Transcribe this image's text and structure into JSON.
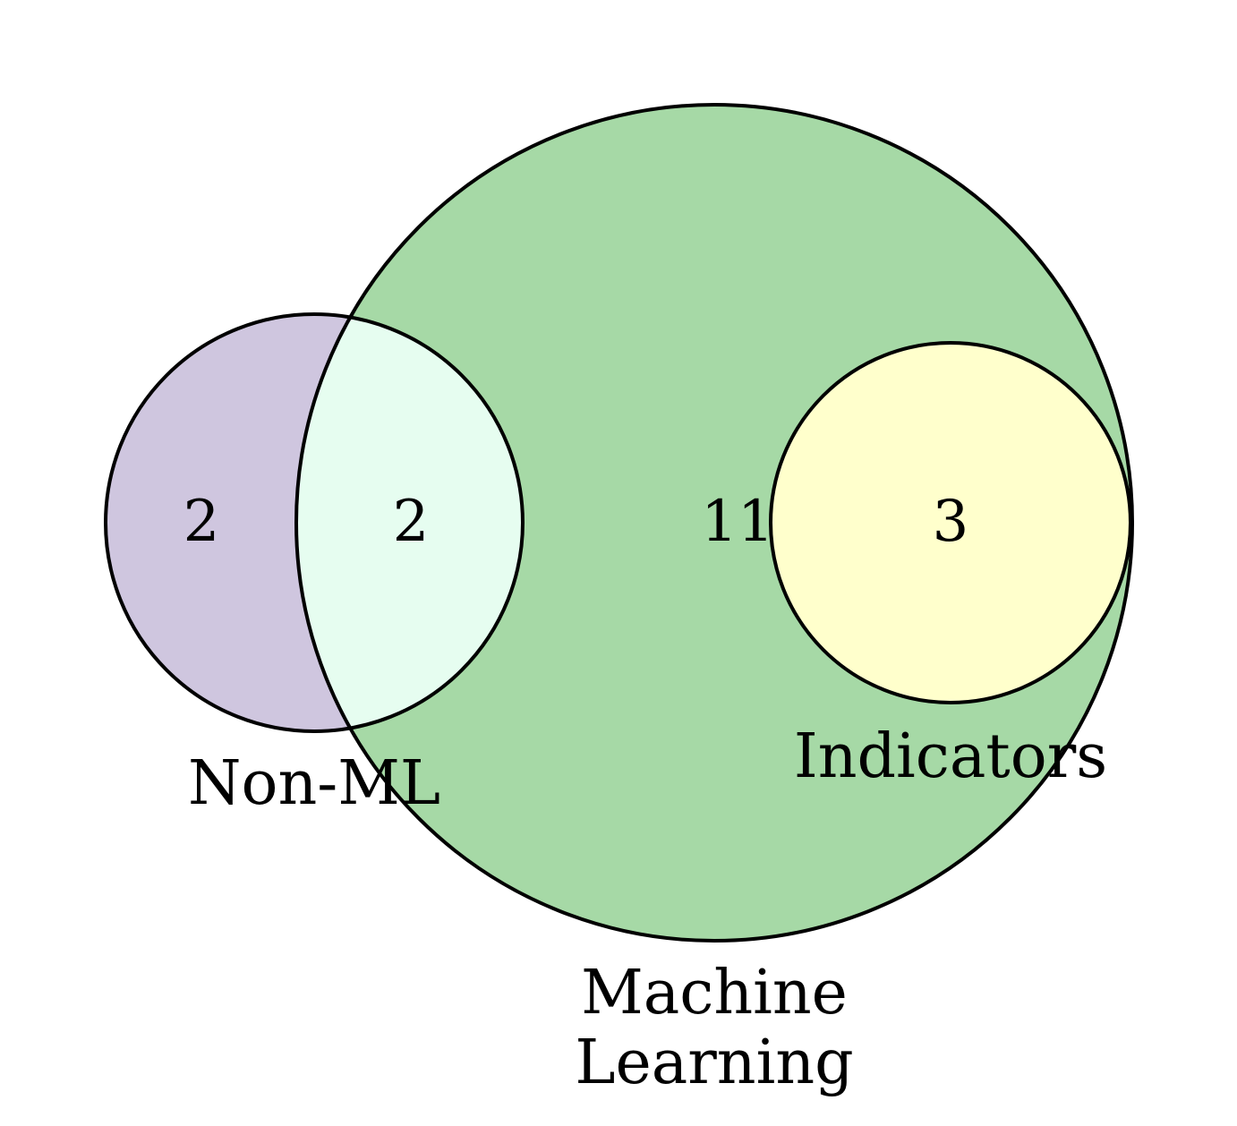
{
  "diagram": {
    "type": "venn",
    "sets": [
      {
        "id": "non-ml",
        "label": "Non-ML",
        "color": "#cfc6df"
      },
      {
        "id": "machine-learning",
        "label_lines": [
          "Machine",
          "Learning"
        ],
        "color": "#a6d9a6"
      },
      {
        "id": "indicators",
        "label": "Indicators",
        "color": "#ffffcc"
      }
    ],
    "regions": {
      "non_ml_only": {
        "count": "2"
      },
      "non_ml_and_ml": {
        "count": "2",
        "color": "#e6fdf0"
      },
      "ml_only": {
        "count": "11"
      },
      "indicators": {
        "count": "3"
      }
    },
    "stroke_color": "#000000"
  }
}
